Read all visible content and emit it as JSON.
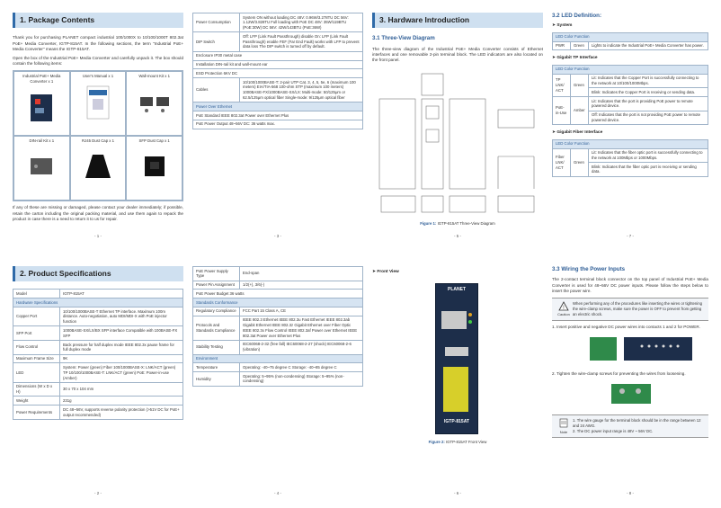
{
  "p1": {
    "title": "1. Package Contents",
    "intro": "Thank you for purchasing PLANET compact industrial 100/1000X to 10/100/1000T 802.3at PoE+ Media Converter, IGTP-815AT. In the following sections, the term \"Industrial PoE+ Media Converter\" means the IGTP-815AT.",
    "intro2": "Open the box of the Industrial PoE+ Media Converter and carefully unpack it. The box should contain the following items:",
    "items": [
      "Industrial PoE+ Media Converter x 1",
      "User's Manual x 1",
      "Wall-mount Kit x 1",
      "DIN-rail Kit x 1",
      "RJ45 Dust Cap x 1",
      "SFP Dust Cap x 1"
    ],
    "outro": "If any of these are missing or damaged, please contact your dealer immediately; if possible, retain the carton including the original packing material, and use them again to repack the product in case there is a need to return it to us for repair.",
    "num": "- 1 -"
  },
  "p2": {
    "title": "2. Product Specifications",
    "rows": [
      {
        "k": "Model",
        "v": "IGTP-815AT"
      },
      {
        "k": "Hardware Specifications",
        "v": ""
      },
      {
        "k": "Copper Port",
        "v": "10/100/1000BASE-T Ethernet TP interface. Maximum 100m distance. Auto-negotiation, auto MDI/MDI-X with PoE injector function"
      },
      {
        "k": "SFP Port",
        "v": "1000BASE-SX/LX/BX SFP interface Compatible with 100BASE-FX SFP"
      },
      {
        "k": "Flow Control",
        "v": "Back pressure for half duplex mode IEEE 802.3x pause frame for full duplex mode"
      },
      {
        "k": "Maximum Frame Size",
        "v": "9K"
      },
      {
        "k": "LED",
        "v": "System: Power (green) Fiber 100/1000BASE-X: LNK/ACT (green) TP 10/100/1000BASE-T: LNK/ACT (green) PoE: Power-in-use (Amber)"
      },
      {
        "k": "Dimensions (W x D x H)",
        "v": "30 x 70 x 104 mm"
      },
      {
        "k": "Weight",
        "v": "231g"
      },
      {
        "k": "Power Requirements",
        "v": "DC 48~56V, supports reverse polarity protection (>51V DC for PoE+ output recommended)"
      }
    ],
    "num": "- 2 -"
  },
  "p3": {
    "rows": [
      {
        "k": "Power Consumption",
        "v": "System ON without loading DC 48V: 0.96W/3.278TU DC 56V: 1.12W/3.828TU Full loading with PoE DC 48V: 35W/119BTU (PoE:30W) DC 56V: 42W/143BTU (PoE:36W)"
      },
      {
        "k": "DIP Switch",
        "v": "Off: LFP (Link Fault Passthrough) disable On: LFP (Link Fault Passthrough) enable FEF (Far End Fault) works with LFP to prevent data loss The DIP switch is turned off by default."
      },
      {
        "k": "Enclosure IP30 metal case",
        "v": ""
      },
      {
        "k": "Installation DIN-rail kit and wall-mount ear",
        "v": ""
      },
      {
        "k": "ESD Protection 6KV DC",
        "v": ""
      },
      {
        "k": "Cables",
        "v": "10/100/1000BASE-T: 2-pair UTP Cat. 3, 4, 5, 5e, 6 (maximum 100 meters) EIA/TIA-568 100-ohm STP (maximum 100 meters) 1000BASE-FX/1000BASE-SX/LX: Multi-mode: 50/125μm or 62.5/125μm optical fiber Single-mode: 9/125μm optical fiber"
      },
      {
        "k": "Power Over Ethernet",
        "v": ""
      },
      {
        "k": "PoE Standard IEEE 802.3at Power over Ethernet Plus",
        "v": ""
      },
      {
        "k": "PoE Power Output 48~56V DC: 36 watts max.",
        "v": ""
      }
    ],
    "num": "- 3 -"
  },
  "p4": {
    "rows": [
      {
        "k": "PoE Power Supply Type",
        "v": "End-span"
      },
      {
        "k": "Power Pin Assignment",
        "v": "1/2(+), 3/6(-)"
      },
      {
        "k": "PoE Power Budget 36 watts",
        "v": ""
      },
      {
        "k": "Standards Conformance",
        "v": ""
      },
      {
        "k": "Regulatory Compliance",
        "v": "FCC Part 15 Class A, CE"
      },
      {
        "k": "Protocols and Standards Compliance",
        "v": "IEEE 802.3 Ethernet IEEE 802.3u Fast Ethernet IEEE 802.3ab Gigabit Ethernet IEEE 802.3z Gigabit Ethernet over Fiber Optic IEEE 802.3x Flow Control IEEE 802.3af Power over Ethernet IEEE 802.3at Power over Ethernet Plus"
      },
      {
        "k": "Stability Testing",
        "v": "IEC60068-2-32 (free fall) IEC60068-2-27 (shock) IEC60068-2-6 (vibration)"
      },
      {
        "k": "Environment",
        "v": ""
      },
      {
        "k": "Temperature",
        "v": "Operating: -40~75 degree C Storage: -40~85 degree C"
      },
      {
        "k": "Humidity",
        "v": "Operating: 5~95% (non-condensing) Storage: 5~95% (non-condensing)"
      }
    ],
    "num": "- 4 -"
  },
  "p5": {
    "title": "3. Hardware Introduction",
    "sub": "3.1 Three-View Diagram",
    "text": "The three-view diagram of the Industrial PoE+ Media Converter consists of Ethernet interfaces and one removable 2-pin terminal block. The LED indicators are also located on the front panel.",
    "caption_fig": "Figure 1:",
    "caption": "IGTP-815AT Three-View Diagram",
    "num": "- 5 -"
  },
  "p6": {
    "front_view": "Front View",
    "caption_fig": "Figure 2:",
    "caption": "IGTP-815AT Front View",
    "device_label": "IGTP-815AT",
    "brand": "PLANET",
    "num": "- 6 -"
  },
  "p7": {
    "sub": "3.2 LED Definition:",
    "system": "System",
    "led_color_fn": "LED Color Function",
    "pwr": {
      "k": "PWR",
      "c": "Green",
      "v": "Lights to indicate the Industrial PoE+ Media Converter has power."
    },
    "gtp": "Gigabit TP Interface",
    "tp_rows": [
      {
        "k": "TP LNK/ ACT",
        "c": "Green",
        "v1": "Lit: Indicates that the Copper Port is successfully connecting to the network at 10/100/1000Mbps.",
        "v2": "Blink: Indicates the Copper Port is receiving or sending data."
      },
      {
        "k": "PoE-in-Use",
        "c": "Amber",
        "v1": "Lit: Indicates that the port is providing PoE power to remote powered device.",
        "v2": "Off: Indicates that the port is not providing PoE power to remote powered device."
      }
    ],
    "gfi": "Gigabit Fiber Interface",
    "fiber": {
      "k": "Fiber LNK/ ACT",
      "c": "Green",
      "v1": "Lit: Indicates that the fiber optic port is successfully connecting to the network at 100Mbps or 1000Mbps.",
      "v2": "Blink: Indicates that the fiber optic port is receiving or sending data."
    },
    "num": "- 7 -"
  },
  "p8": {
    "sub": "3.3 Wiring the Power Inputs",
    "text": "The 2-contact terminal block connector on the top panel of Industrial PoE+ Media Converter is used for 48~56V DC power inputs. Please follow the steps below to insert the power wire.",
    "caution_label": "Caution",
    "caution": "When performing any of the procedures like inserting the wires or tightening the wire-clamp screws, make sure the power is OFF to prevent from getting an electric shock.",
    "step1": "1. Insert positive and negative DC power wires into contacts 1 and 2 for POWER.",
    "step2": "2. Tighten the wire-clamp screws for preventing the wires from loosening.",
    "note_label": "Note",
    "note1": "1. The wire gauge for the terminal block should be in the range between 12 and 24 AWG.",
    "note2": "2. The DC power input range is 48V ~ 56V DC.",
    "num": "- 8 -"
  }
}
